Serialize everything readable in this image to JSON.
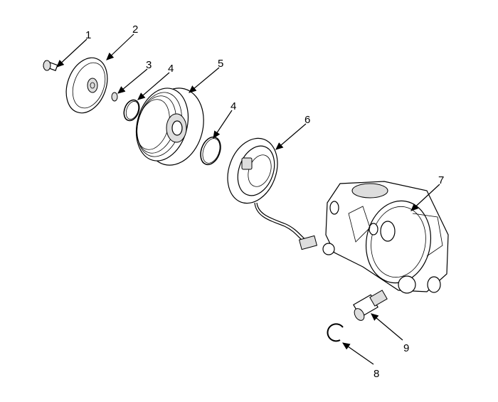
{
  "diagram": {
    "callouts": [
      {
        "number": "1"
      },
      {
        "number": "2"
      },
      {
        "number": "3"
      },
      {
        "number": "4"
      },
      {
        "number": "5"
      },
      {
        "number": "4"
      },
      {
        "number": "6"
      },
      {
        "number": "7"
      },
      {
        "number": "8"
      },
      {
        "number": "9"
      }
    ]
  }
}
